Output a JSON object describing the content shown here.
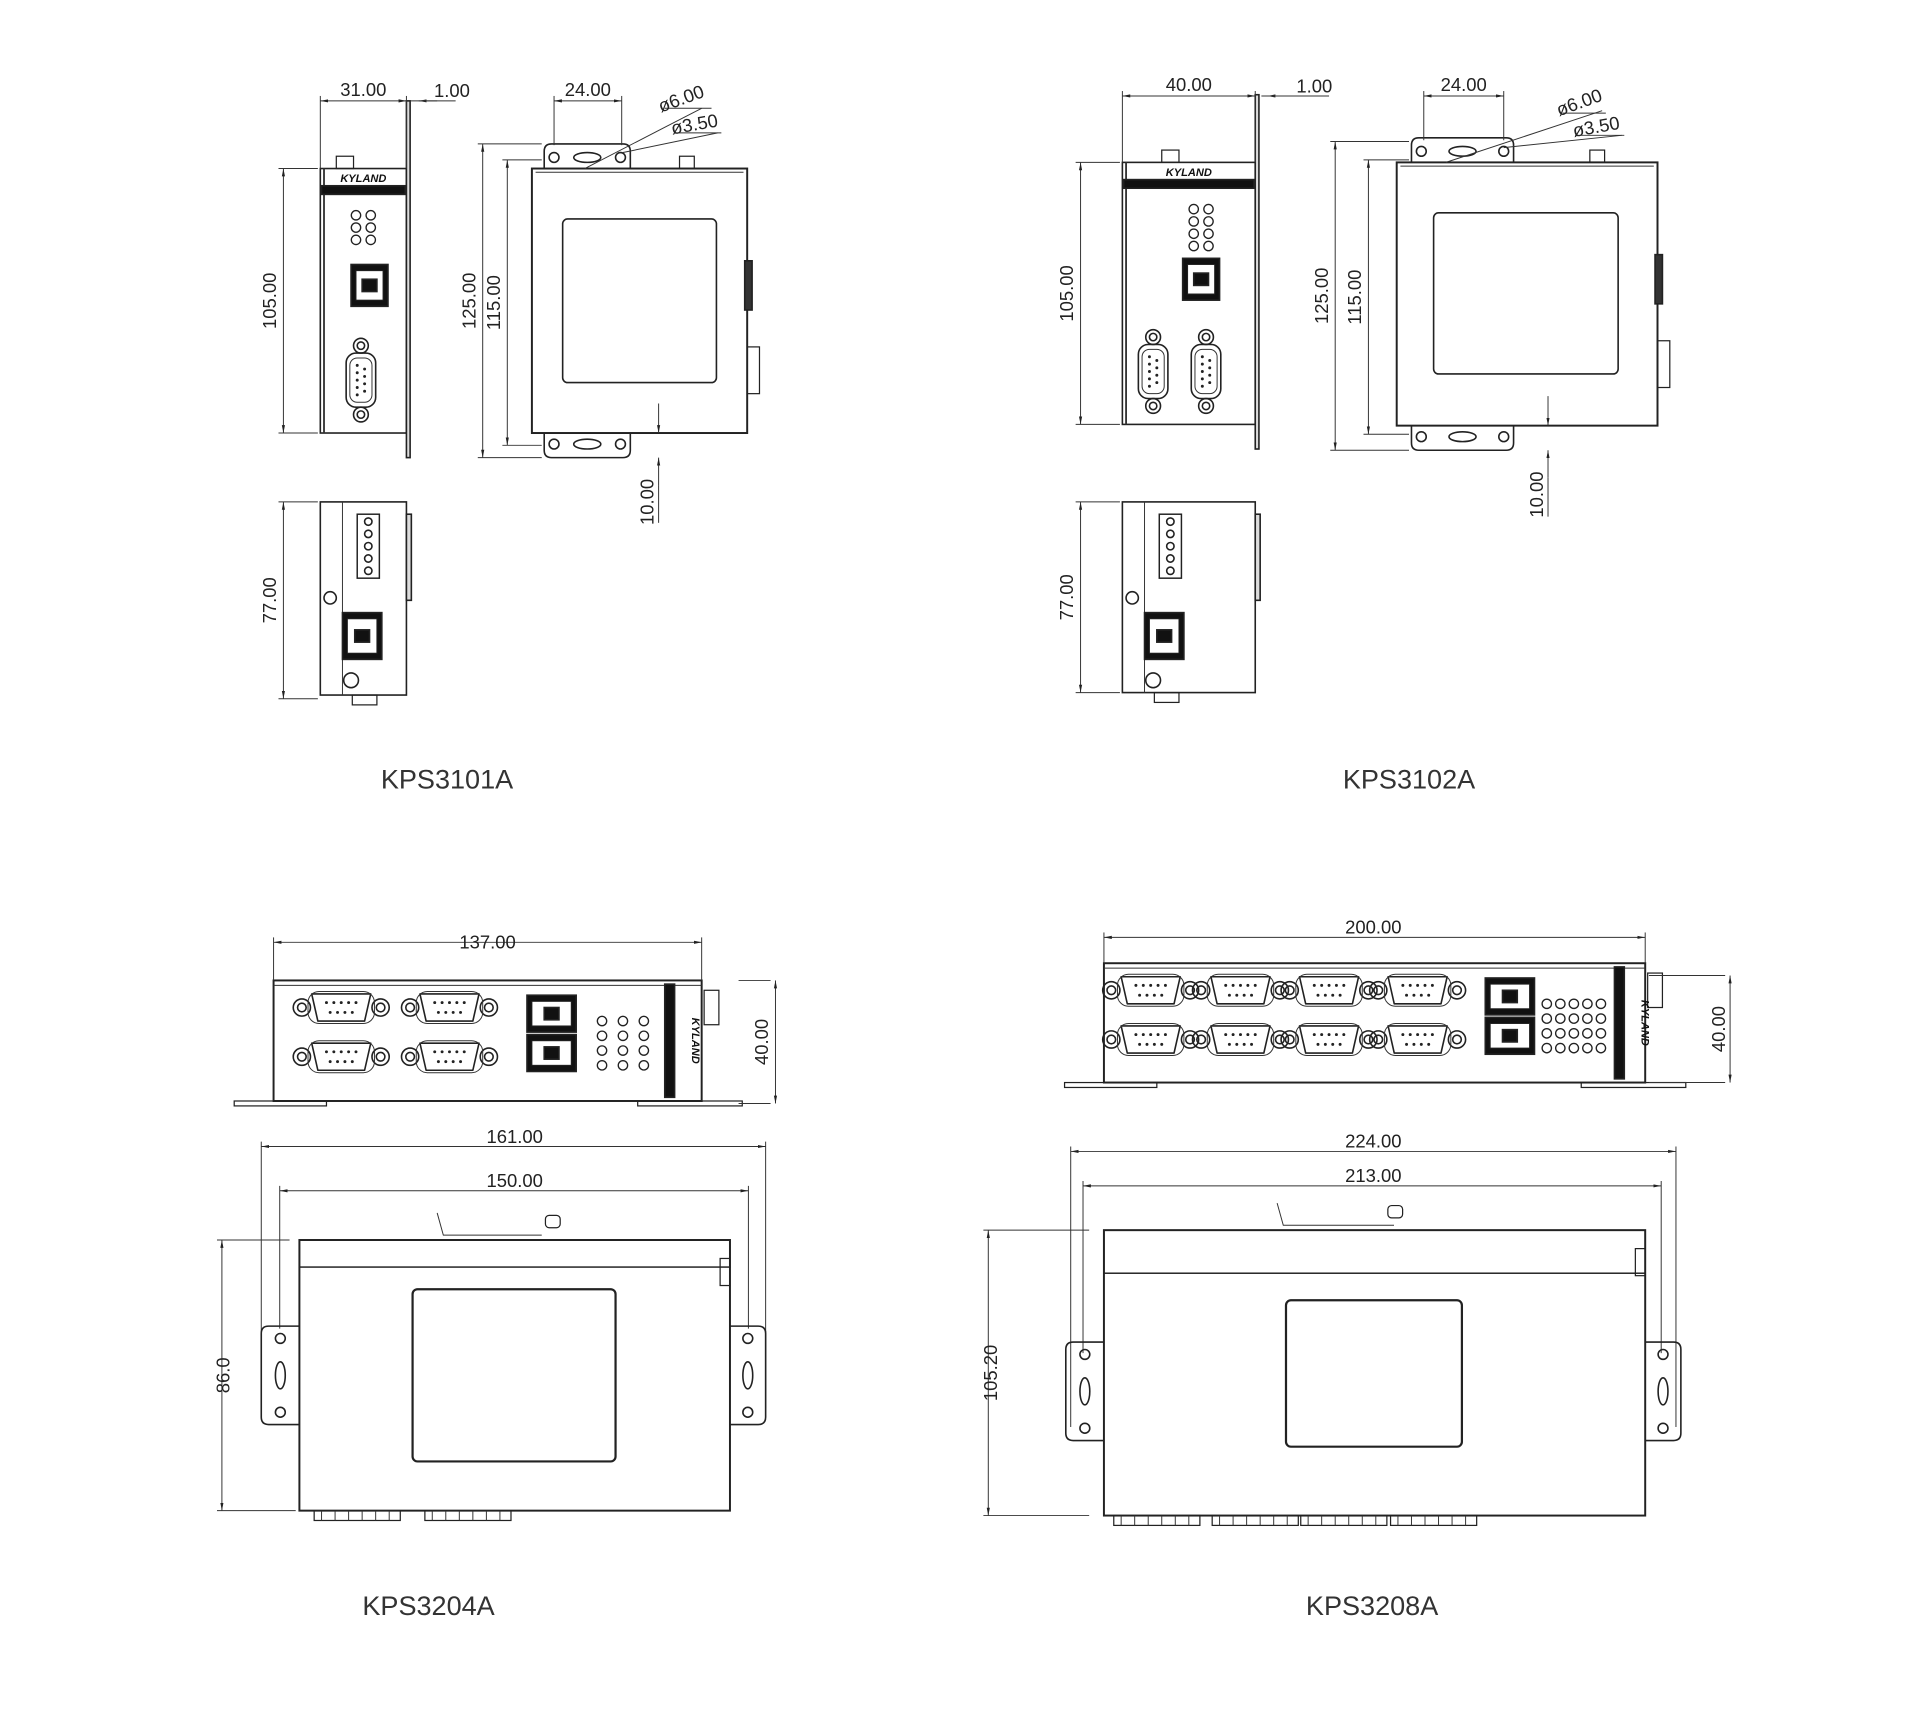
{
  "logo": "KYLAND",
  "products": [
    {
      "model": "KPS3101A",
      "dims": {
        "width": "31.00",
        "plate": "1.00",
        "height": "105.00",
        "mount_spacing": "24.00",
        "hole_large": "ø6.00",
        "hole_small": "ø3.50",
        "overall_height": "125.00",
        "hole_pitch": "115.00",
        "ear": "10.00",
        "depth": "77.00"
      }
    },
    {
      "model": "KPS3102A",
      "dims": {
        "width": "40.00",
        "plate": "1.00",
        "height": "105.00",
        "mount_spacing": "24.00",
        "hole_large": "ø6.00",
        "hole_small": "ø3.50",
        "overall_height": "125.00",
        "hole_pitch": "115.00",
        "ear": "10.00",
        "depth": "77.00"
      }
    },
    {
      "model": "KPS3204A",
      "dims": {
        "body_width": "137.00",
        "height": "40.00",
        "overall_width": "161.00",
        "hole_pitch": "150.00",
        "depth": "86.0"
      }
    },
    {
      "model": "KPS3208A",
      "dims": {
        "body_width": "200.00",
        "height": "40.00",
        "overall_width": "224.00",
        "hole_pitch": "213.00",
        "depth": "105.20"
      }
    }
  ]
}
